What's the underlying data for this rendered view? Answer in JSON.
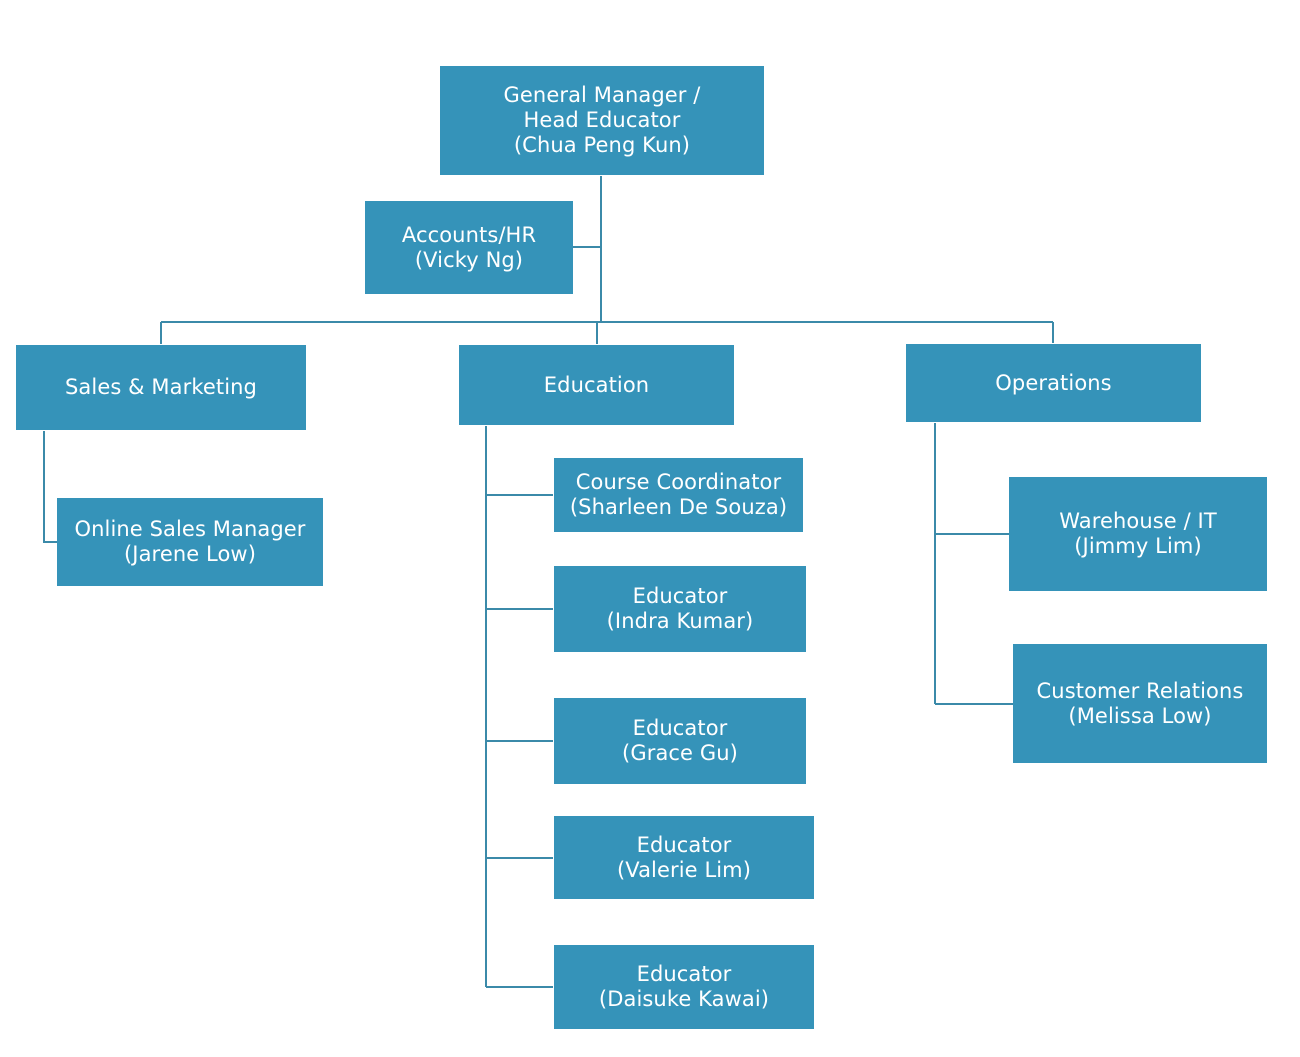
{
  "colors": {
    "box_fill": "#3593b9",
    "box_text": "#ffffff",
    "connector": "#3b8aa9",
    "background": "#ffffff"
  },
  "nodes": {
    "general_manager": {
      "line1": "General Manager /",
      "line2": "Head Educator",
      "line3": "(Chua Peng Kun)"
    },
    "accounts_hr": {
      "line1": "Accounts/HR",
      "line2": "(Vicky Ng)"
    },
    "sales_marketing": {
      "line1": "Sales & Marketing"
    },
    "education": {
      "line1": "Education"
    },
    "operations": {
      "line1": "Operations"
    },
    "online_sales_manager": {
      "line1": "Online Sales Manager",
      "line2": "(Jarene Low)"
    },
    "course_coordinator": {
      "line1": "Course Coordinator",
      "line2": "(Sharleen De Souza)"
    },
    "educator_indra": {
      "line1": "Educator",
      "line2": "(Indra Kumar)"
    },
    "educator_grace": {
      "line1": "Educator",
      "line2": "(Grace Gu)"
    },
    "educator_valerie": {
      "line1": "Educator",
      "line2": "(Valerie Lim)"
    },
    "educator_daisuke": {
      "line1": "Educator",
      "line2": "(Daisuke Kawai)"
    },
    "warehouse_it": {
      "line1": "Warehouse / IT",
      "line2": "(Jimmy Lim)"
    },
    "customer_relations": {
      "line1": "Customer Relations",
      "line2": "(Melissa Low)"
    }
  }
}
